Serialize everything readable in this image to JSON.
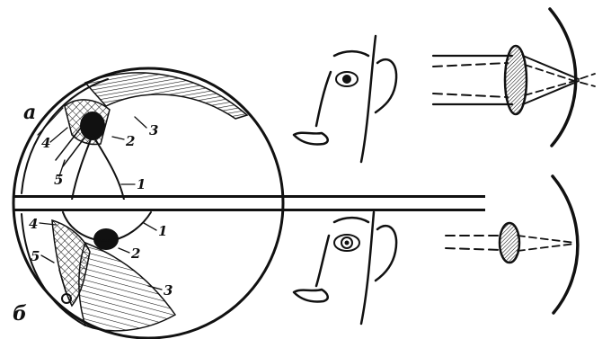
{
  "panels": {
    "top": "а",
    "bottom": "б"
  },
  "top_labels": {
    "n1": "1",
    "n2": "2",
    "n3": "3",
    "n4": "4",
    "n5": "5"
  },
  "bottom_labels": {
    "n1": "1",
    "n2": "2",
    "n3": "3",
    "n4": "4",
    "n5": "5"
  },
  "colors": {
    "ink": "#111111",
    "background": "#ffffff"
  }
}
